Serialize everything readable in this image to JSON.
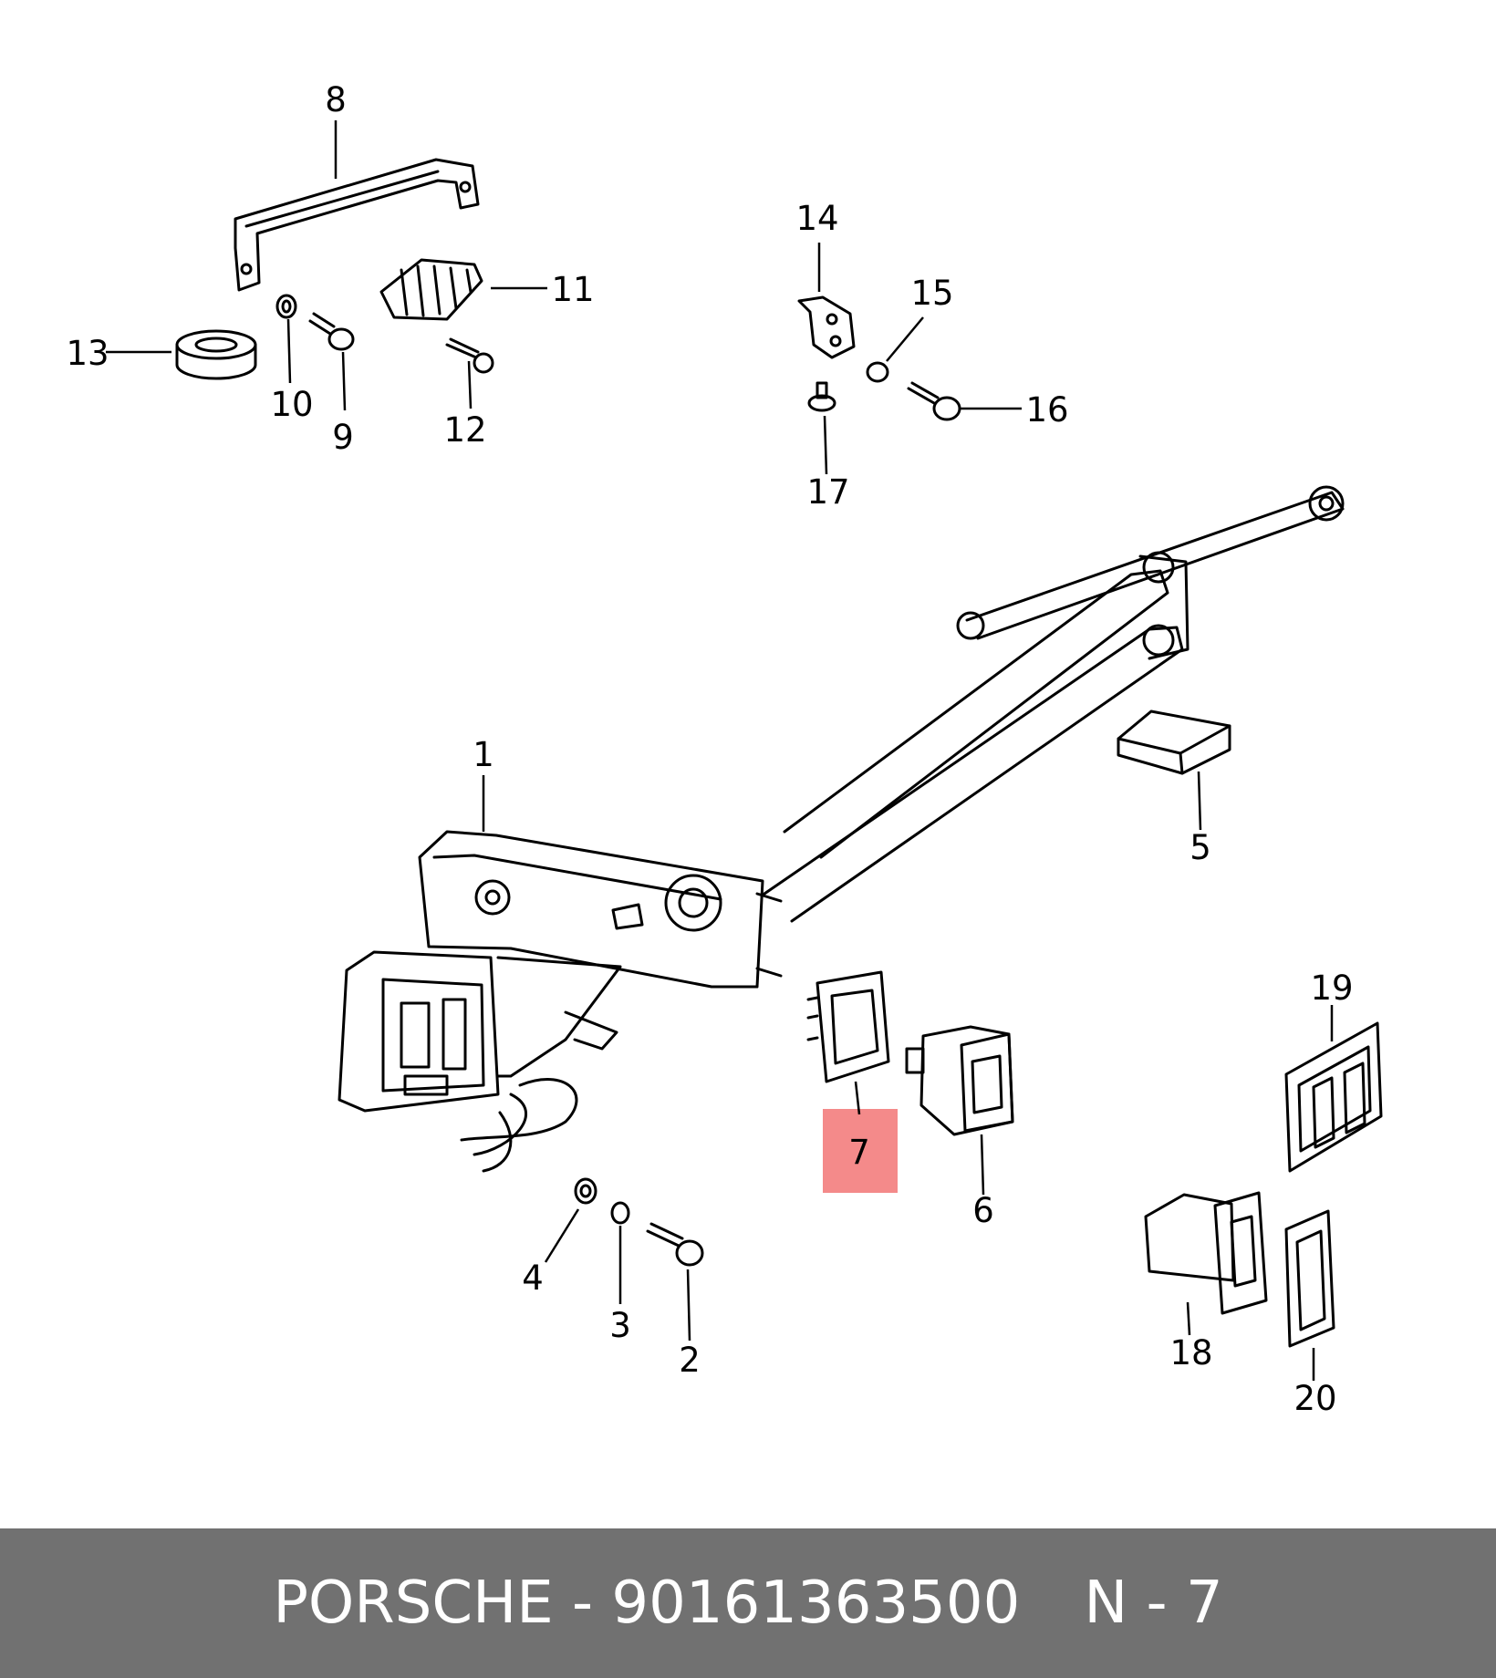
{
  "diagram": {
    "callouts": [
      "1",
      "2",
      "3",
      "4",
      "5",
      "6",
      "7",
      "8",
      "9",
      "10",
      "11",
      "12",
      "13",
      "14",
      "15",
      "16",
      "17",
      "18",
      "19",
      "20"
    ],
    "highlight": {
      "label": "7",
      "color": "#f48a8a"
    }
  },
  "footer": {
    "brand": "PORSCHE",
    "separator": " - ",
    "part_number": "90161363500",
    "ref": "N - 7",
    "background": "#717171",
    "text_color": "#ffffff"
  }
}
